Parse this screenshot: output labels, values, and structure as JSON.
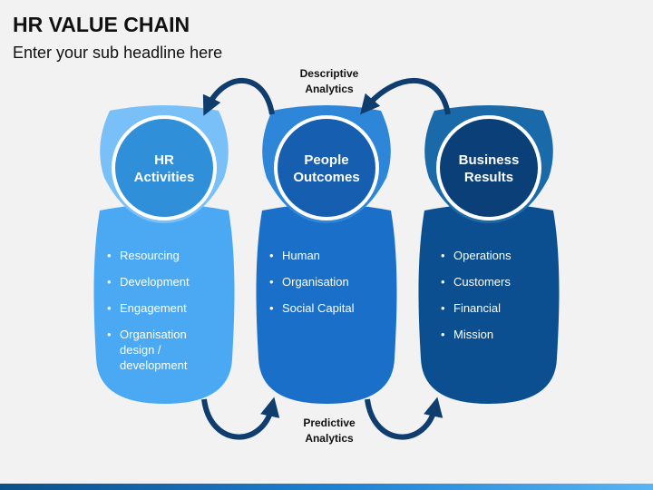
{
  "header": {
    "title": "HR VALUE CHAIN",
    "subtitle": "Enter your sub headline here"
  },
  "labels": {
    "top": "Descriptive\nAnalytics",
    "bottom": "Predictive\nAnalytics"
  },
  "columns": [
    {
      "name": "HR\nActivities",
      "items": [
        "Resourcing",
        "Development",
        "Engagement",
        "Organisation design / development"
      ],
      "colors": {
        "body": "#4aa9f2",
        "cup": "#78c0f7",
        "circle": "#2f8fd8"
      }
    },
    {
      "name": "People\nOutcomes",
      "items": [
        "Human",
        "Organisation",
        "Social Capital"
      ],
      "colors": {
        "body": "#1a6fc9",
        "cup": "#2e86d8",
        "circle": "#165fb0"
      }
    },
    {
      "name": "Business\nResults",
      "items": [
        "Operations",
        "Customers",
        "Financial",
        "Mission"
      ],
      "colors": {
        "body": "#0b4f90",
        "cup": "#1a6aaa",
        "circle": "#0a3f78"
      }
    }
  ],
  "colors": {
    "arrow": "#0f3d6e",
    "background": "#f2f2f2"
  }
}
